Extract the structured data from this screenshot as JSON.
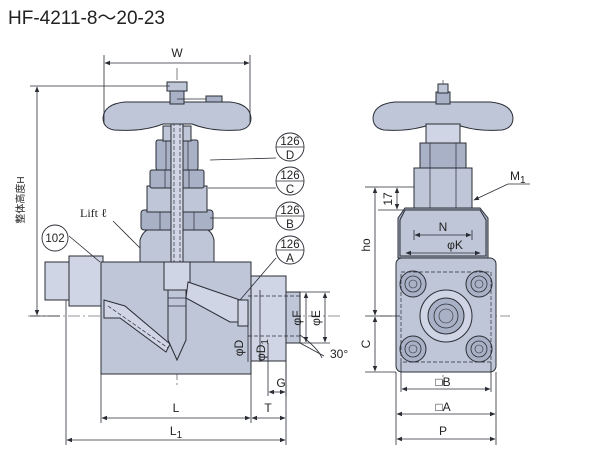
{
  "title": "HF-4211-8～20-23",
  "overall_height_label": "整体高度H",
  "dimensions": {
    "W": "W",
    "L": "L",
    "L1": "L",
    "L1_sub": "1",
    "T": "T",
    "G": "G",
    "phiD": "φD",
    "phiD1": "φD",
    "phiD1_sub": "1",
    "phiF": "φF",
    "phiE": "φE",
    "angle": "30°",
    "M1": "M",
    "M1_sub": "1",
    "seventeen": "17",
    "ho": "ho",
    "C": "C",
    "N": "N",
    "phiK": "φK",
    "sqB": "□B",
    "sqA": "□A",
    "P": "P"
  },
  "lift_label": "Lift ℓ",
  "callouts": [
    {
      "num": "126",
      "letter": "D"
    },
    {
      "num": "126",
      "letter": "C"
    },
    {
      "num": "126",
      "letter": "B"
    },
    {
      "num": "126",
      "letter": "A"
    },
    {
      "num": "102",
      "letter": ""
    }
  ]
}
